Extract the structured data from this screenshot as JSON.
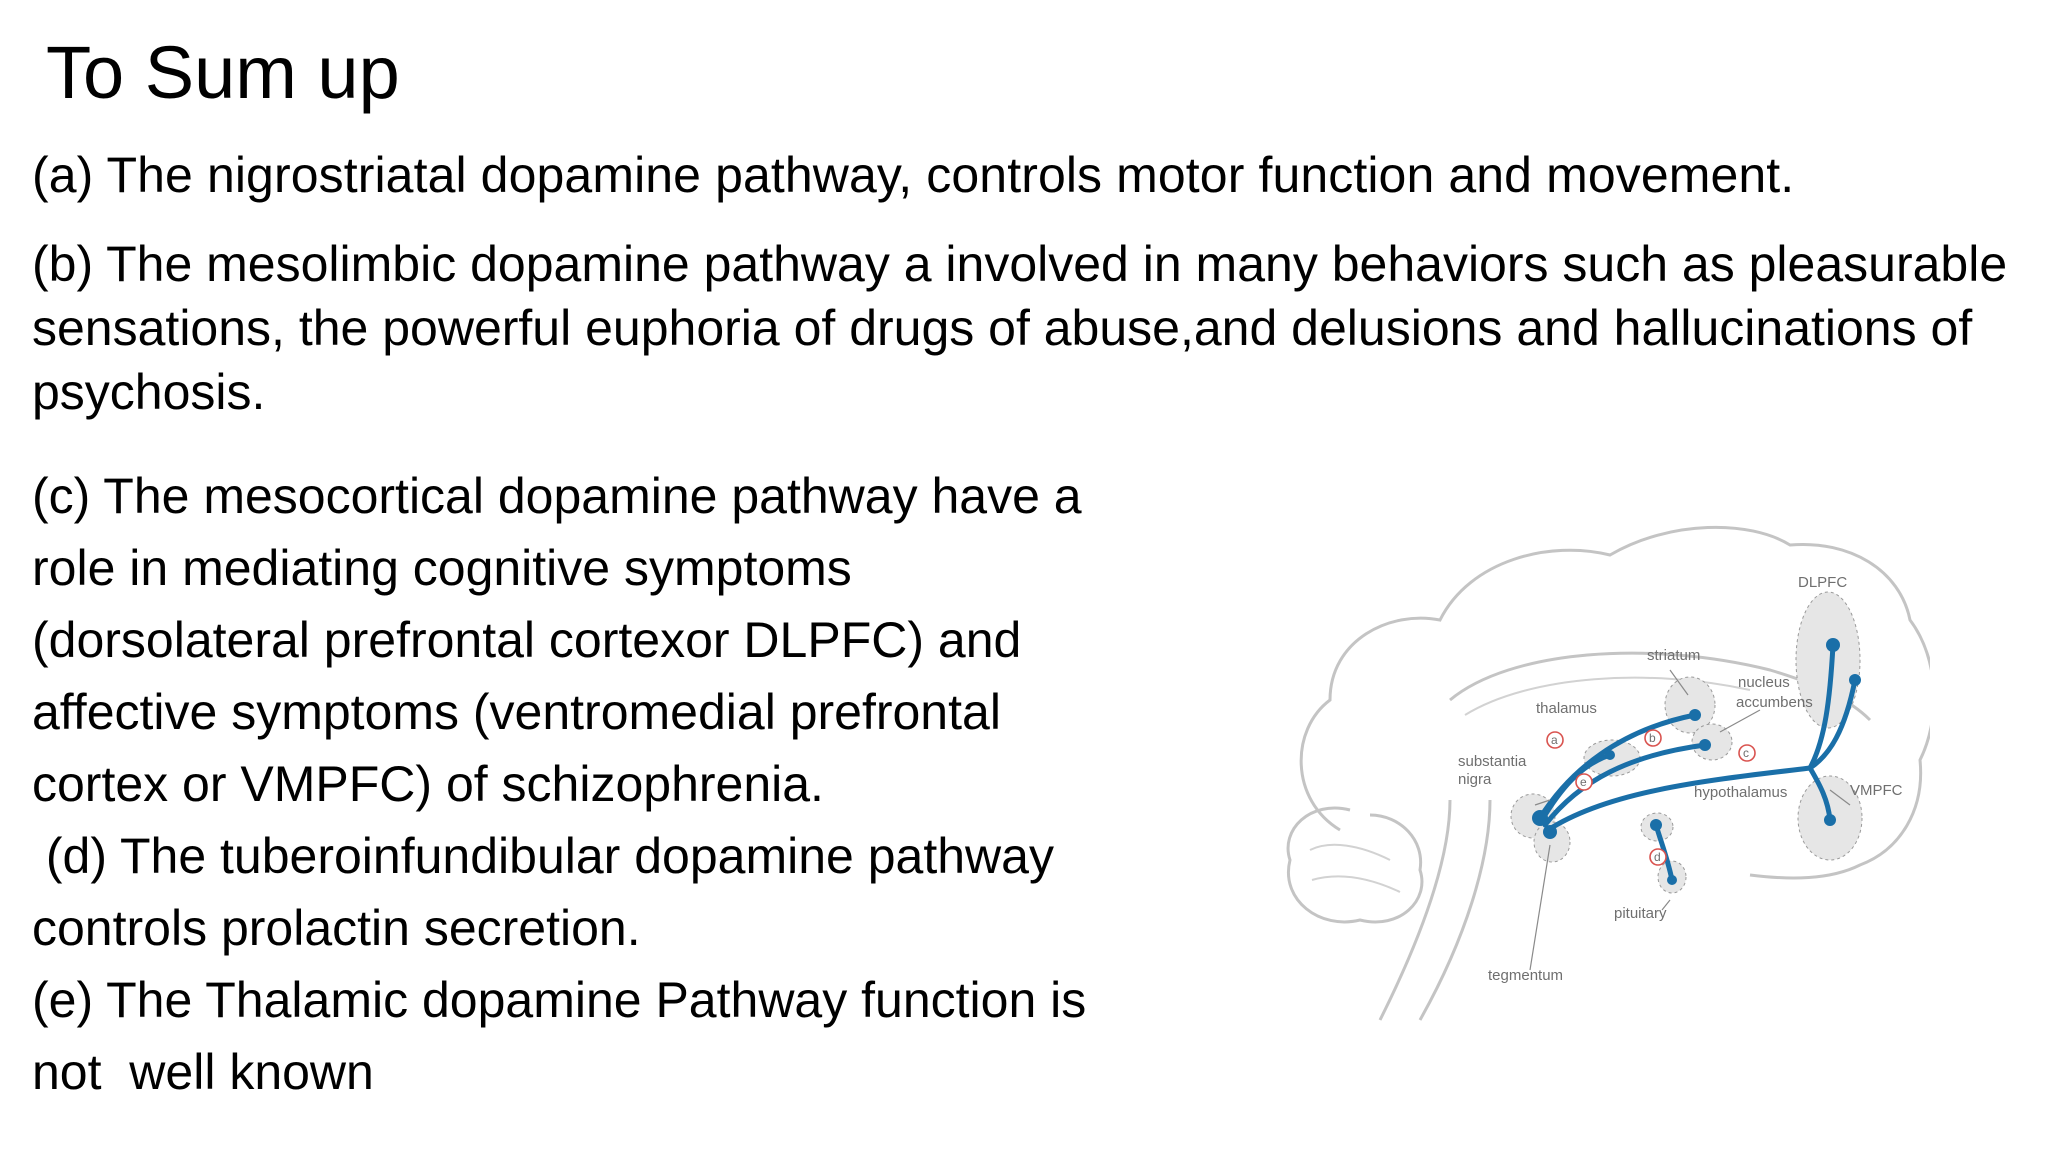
{
  "slide": {
    "title": "To Sum up",
    "points": {
      "a": "(a) The nigrostriatal dopamine pathway, controls motor function and movement.",
      "b": "(b) The mesolimbic dopamine pathway a involved in many behaviors such as pleasurable sensations, the powerful euphoria of drugs of abuse,and delusions and hallucinations of psychosis."
    },
    "left_lines": [
      "(c) The mesocortical dopamine pathway have a",
      "role in mediating cognitive symptoms",
      "(dorsolateral prefrontal cortexor DLPFC) and",
      "affective symptoms (ventromedial prefrontal",
      "cortex or VMPFC) of schizophrenia.",
      " (d) The tuberoinfundibular dopamine pathway",
      "controls prolactin secretion.",
      "(e) The Thalamic dopamine Pathway function is",
      "not  well known"
    ]
  },
  "diagram": {
    "labels": {
      "dlpfc": "DLPFC",
      "striatum": "striatum",
      "nucleus_1": "nucleus",
      "nucleus_2": "accumbens",
      "thalamus": "thalamus",
      "substantia_1": "substantia",
      "substantia_2": "nigra",
      "hypothalamus": "hypothalamus",
      "vmpfc": "VMPFC",
      "pituitary": "pituitary",
      "tegmentum": "tegmentum"
    },
    "markers": {
      "a": "a",
      "b": "b",
      "c": "c",
      "d": "d",
      "e": "e"
    },
    "colors": {
      "pathway": "#1a6fa8",
      "outline": "#c4c4c4",
      "region_fill": "#e6e6e6",
      "marker": "#d9534f"
    }
  }
}
